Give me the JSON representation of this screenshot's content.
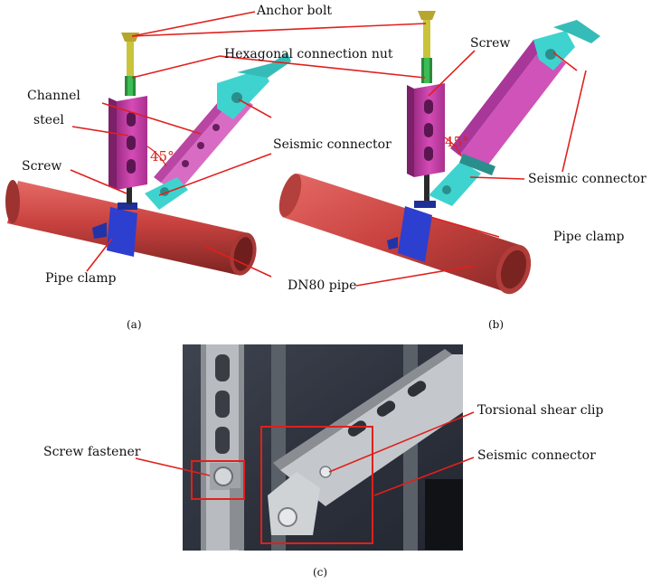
{
  "labels": {
    "anchor_bolt": "Anchor bolt",
    "hex_nut": "Hexagonal connection nut",
    "channel_steel_1": "Channel",
    "channel_steel_2": "steel",
    "screw_a": "Screw",
    "screw_b": "Screw",
    "seismic_connector_a": "Seismic connector",
    "seismic_connector_b": "Seismic connector",
    "pipe_clamp_a": "Pipe clamp",
    "pipe_clamp_b": "Pipe clamp",
    "dn80_pipe": "DN80 pipe",
    "angle_a": "45°",
    "angle_b": "45°",
    "screw_fastener": "Screw fastener",
    "torsional_shear_clip": "Torsional shear clip",
    "seismic_connector_c": "Seismic connector"
  },
  "captions": {
    "a": "(a)",
    "b": "(b)",
    "c": "(c)"
  },
  "colors": {
    "leader": "#e0201c",
    "pipe": "#c8423f",
    "clamp": "#2c3fcf",
    "channel": "#c83ca8",
    "connector": "#3fd3cf",
    "bolt": "#c9c43a",
    "photo_bg": "#3a3f4a"
  }
}
